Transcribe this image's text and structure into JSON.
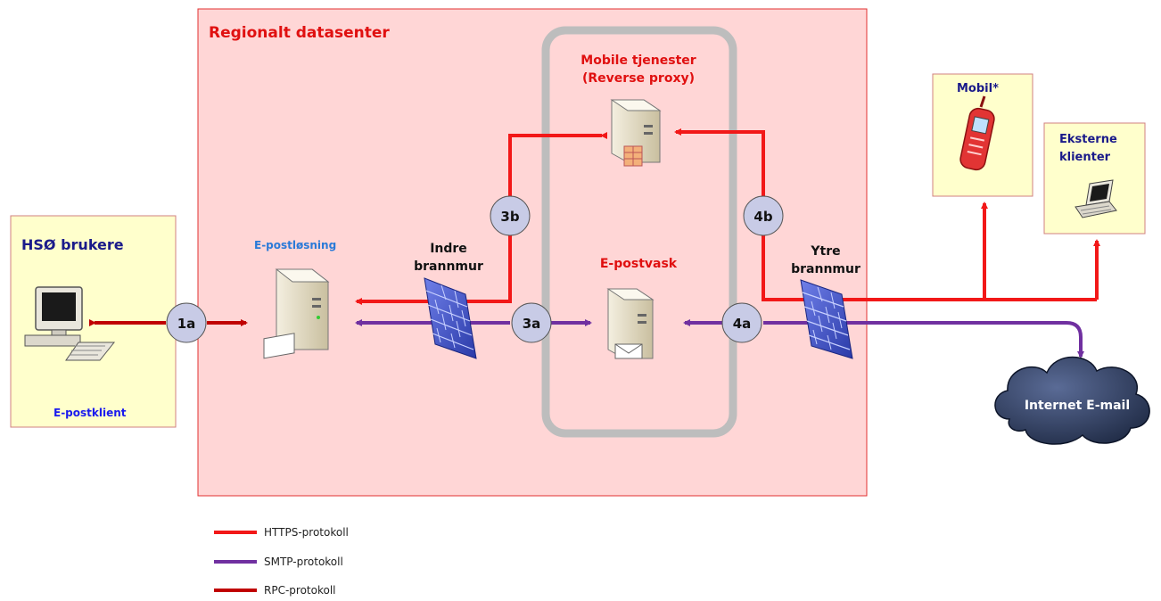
{
  "datacenter": {
    "title": "Regionalt datasenter"
  },
  "dmz": {
    "title_line1": "Mobile tjenester",
    "title_line2": "(Reverse proxy)",
    "mailwash_label": "E-postvask"
  },
  "hso": {
    "title": "HSØ brukere",
    "client_label": "E-postklient"
  },
  "mail_solution": {
    "label": "E-postløsning"
  },
  "inner_firewall": {
    "line1": "Indre",
    "line2": "brannmur"
  },
  "outer_firewall": {
    "line1": "Ytre",
    "line2": "brannmur"
  },
  "mobile": {
    "label": "Mobil*"
  },
  "external": {
    "line1": "Eksterne",
    "line2": "klienter"
  },
  "internet": {
    "label": "Internet E-mail"
  },
  "badges": {
    "b1a": "1a",
    "b3a": "3a",
    "b3b": "3b",
    "b4a": "4a",
    "b4b": "4b"
  },
  "legend": {
    "https": "HTTPS-protokoll",
    "smtp": "SMTP-protokoll",
    "rpc": "RPC-protokoll"
  },
  "colors": {
    "https": "#f21818",
    "smtp": "#7030a0",
    "rpc": "#c00000",
    "datacenter_fill": "#ffd6d6",
    "note_fill": "#ffffcc",
    "badge_fill": "#c8cbe6"
  }
}
